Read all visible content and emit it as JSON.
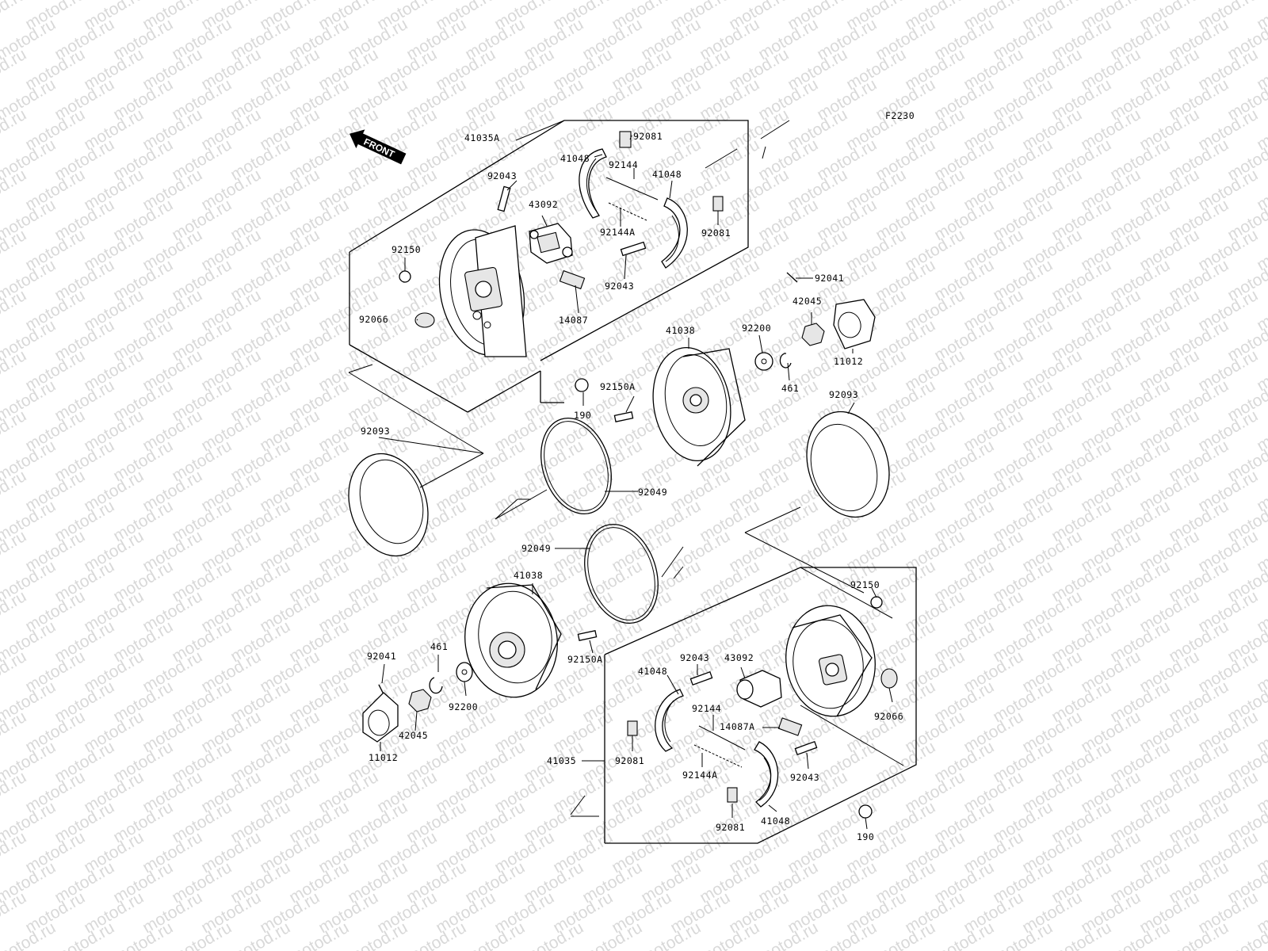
{
  "figure_code": "F2230",
  "front_arrow_label": "FRONT",
  "watermark_text": "motod.ru",
  "labels": {
    "upper_41035A": "41035A",
    "upper_41048_a": "41048",
    "upper_92081_a": "92081",
    "upper_92144": "92144",
    "upper_41048_b": "41048",
    "upper_92043_a": "92043",
    "upper_43092": "43092",
    "upper_92144A": "92144A",
    "upper_92081_b": "92081",
    "upper_92150": "92150",
    "upper_92043_b": "92043",
    "upper_92066": "92066",
    "upper_14087": "14087",
    "upper_92041": "92041",
    "upper_42045": "42045",
    "upper_11012": "11012",
    "upper_41038": "41038",
    "upper_92200": "92200",
    "upper_461": "461",
    "upper_190": "190",
    "upper_92150A": "92150A",
    "left_92093": "92093",
    "right_92093": "92093",
    "upper_92049": "92049",
    "lower_92049": "92049",
    "lower_41038": "41038",
    "lower_92150A": "92150A",
    "lower_92041": "92041",
    "lower_461": "461",
    "lower_92200": "92200",
    "lower_42045": "42045",
    "lower_11012": "11012",
    "lower_92150": "92150",
    "lower_41048_a": "41048",
    "lower_92043_a": "92043",
    "lower_43092": "43092",
    "lower_92144": "92144",
    "lower_14087A": "14087A",
    "lower_92066": "92066",
    "lower_41035": "41035",
    "lower_92081_a": "92081",
    "lower_92144A": "92144A",
    "lower_92043_b": "92043",
    "lower_92081_b": "92081",
    "lower_41048_b": "41048",
    "lower_190": "190"
  }
}
